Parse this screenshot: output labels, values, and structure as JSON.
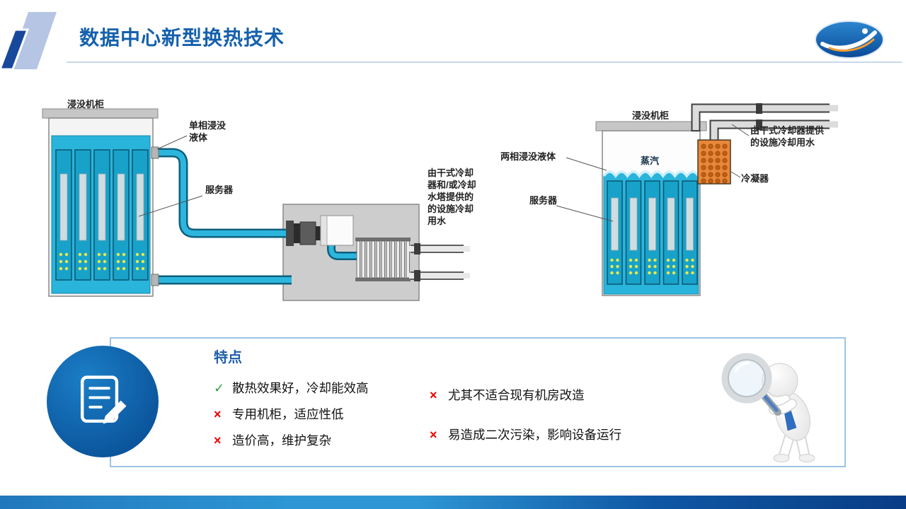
{
  "slide": {
    "title": "数据中心新型换热技术"
  },
  "diagram_left": {
    "labels": {
      "cabinet": "浸没机柜",
      "fluid": "单相浸没\n液体",
      "server": "服务器",
      "facility_water": "由干式冷却\n器和/或冷却\n水塔提供的\n的设施冷却\n用水"
    }
  },
  "diagram_right": {
    "labels": {
      "cabinet": "浸没机柜",
      "fluid": "两相浸没液体",
      "vapor": "蒸汽",
      "server": "服务器",
      "condenser": "冷凝器",
      "facility_water": "由干式冷却器提供\n的设施冷却用水"
    }
  },
  "features": {
    "title": "特点",
    "left": [
      {
        "marker": "✓",
        "text": "散热效果好，冷却能效高"
      },
      {
        "marker": "×",
        "text": "专用机柜，适应性低"
      },
      {
        "marker": "×",
        "text": "造价高，维护复杂"
      }
    ],
    "right": [
      {
        "marker": "×",
        "text": "尤其不适合现有机房改造"
      },
      {
        "marker": "×",
        "text": "易造成二次污染，影响设备运行"
      }
    ]
  },
  "colors": {
    "title_blue": "#1460ac",
    "liquid_cyan": "#29b4dc",
    "check_green": "#2e9e3e",
    "cross_red": "#ee0000",
    "panel_border": "#9dc3e6",
    "badge_blue": "#0b559c",
    "condenser_orange": "#e8873a"
  }
}
